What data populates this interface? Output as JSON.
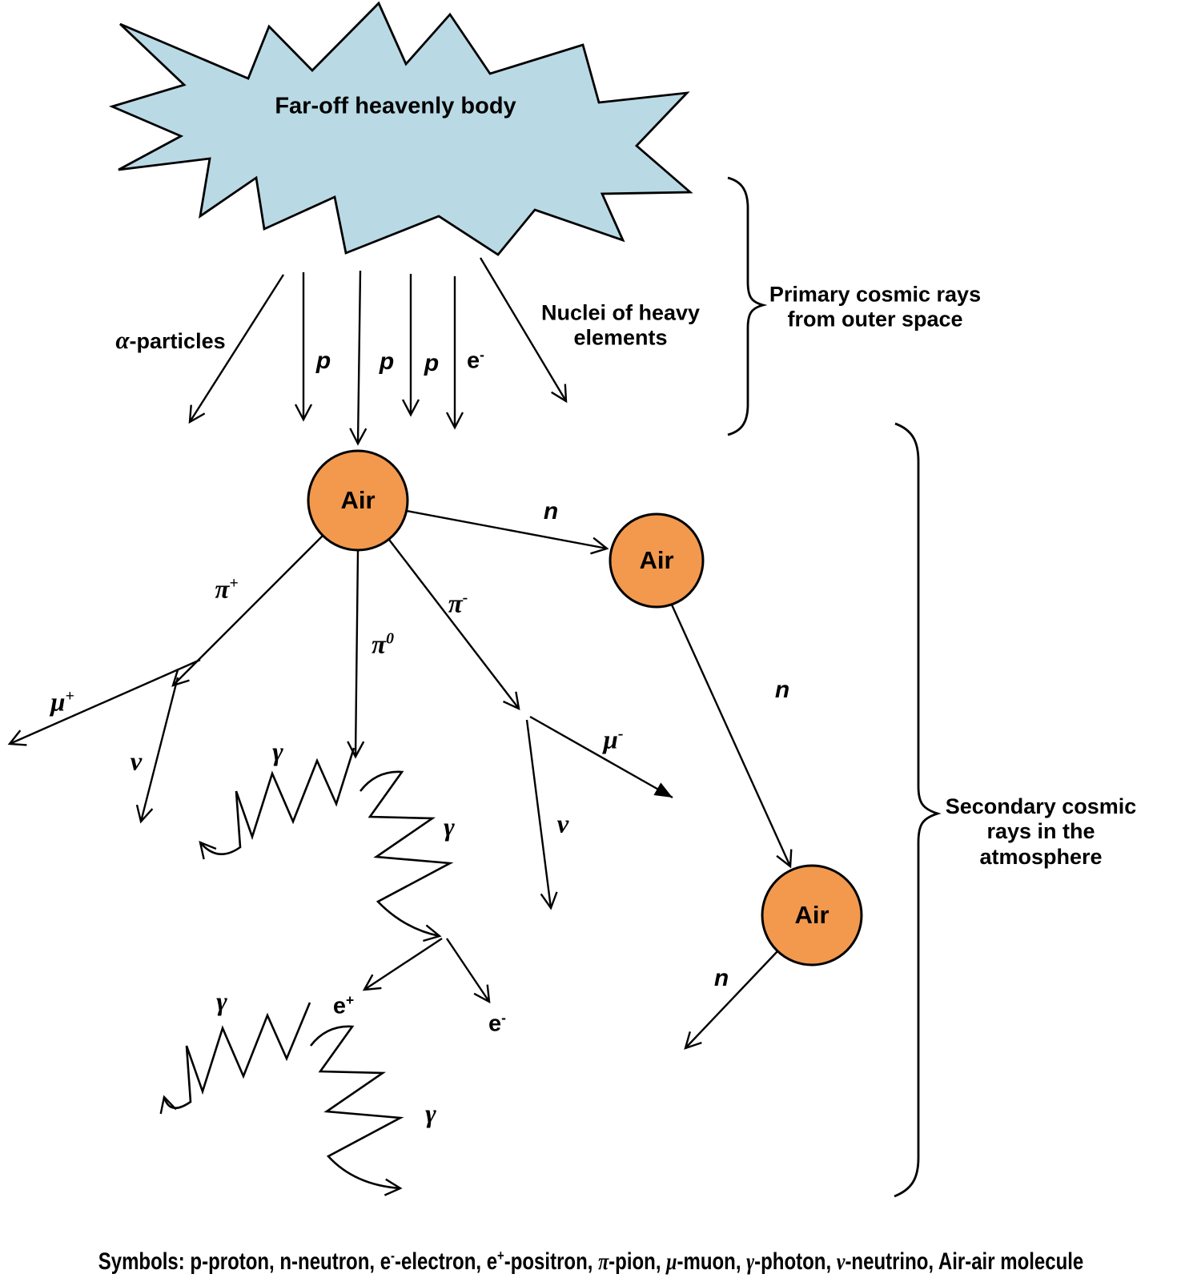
{
  "colors": {
    "starburst_fill": "#b9dae5",
    "air_fill": "#f2994e",
    "stroke": "#000000"
  },
  "starburst": {
    "label": "Far-off heavenly body"
  },
  "primary_rays": {
    "alpha_greek": "α",
    "alpha_rest": "-particles",
    "p1": "p",
    "p2": "p",
    "p3": "p",
    "electron": {
      "base": "e",
      "sup": "-"
    },
    "nuclei_line1": "Nuclei of heavy",
    "nuclei_line2": "elements",
    "brace_line1": "Primary cosmic rays",
    "brace_line2": "from outer space"
  },
  "air_molecules": {
    "air1": "Air",
    "air2": "Air",
    "air3": "Air"
  },
  "secondary_rays": {
    "n1": "n",
    "n2": "n",
    "n3": "n",
    "pi_plus": {
      "base": "π",
      "sup": "+"
    },
    "pi_zero": {
      "base": "π",
      "sup": "0"
    },
    "pi_minus": {
      "base": "π",
      "sup": "-"
    },
    "mu_plus": {
      "base": "μ",
      "sup": "+"
    },
    "mu_minus": {
      "base": "μ",
      "sup": "-"
    },
    "nu_left": "ν",
    "nu_right": "ν",
    "gamma_1": "γ",
    "gamma_2": "γ",
    "gamma_3": "γ",
    "gamma_4": "γ",
    "e_plus": {
      "base": "e",
      "sup": "+"
    },
    "e_minus": {
      "base": "e",
      "sup": "-"
    },
    "brace_line1": "Secondary cosmic",
    "brace_line2": "rays in the",
    "brace_line3": "atmosphere"
  },
  "legend": {
    "seg1": "Symbols: p-proton, n-neutron, e",
    "sup1": "-",
    "seg2": "-electron, e",
    "sup2": "+",
    "seg3": "-positron, ",
    "pi": "π",
    "seg4": "-pion, ",
    "mu": "μ",
    "seg5": "-muon, ",
    "gamma": "γ",
    "seg6": "-photon, ",
    "nu": "ν",
    "seg7": "-neutrino, Air-air molecule"
  }
}
